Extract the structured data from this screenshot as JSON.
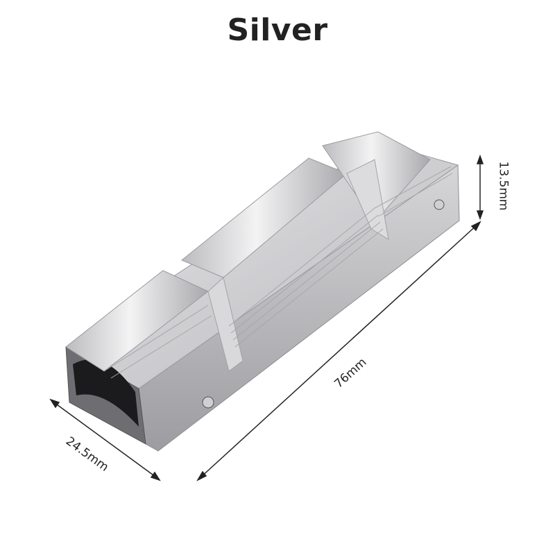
{
  "title": "Silver",
  "product": {
    "color_name": "Silver",
    "body_color": "#c9c9cb"
  },
  "dimensions": {
    "length": "76mm",
    "width": "24.5mm",
    "height": "13.5mm"
  }
}
